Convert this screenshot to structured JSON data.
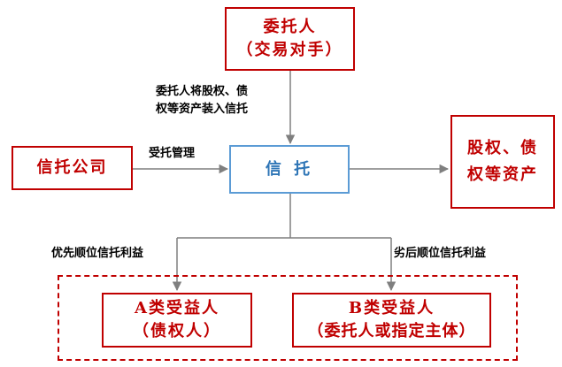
{
  "nodes": {
    "trustor": {
      "line1": "委托人",
      "line2": "（交易对手）"
    },
    "trust_company": {
      "line1": "信托公司"
    },
    "trust": {
      "line1": "信 托"
    },
    "assets": {
      "line1": "股权、债",
      "line2": "权等资产"
    },
    "beneficiary_a": {
      "line1": "A类受益人",
      "line2": "（债权人）"
    },
    "beneficiary_b": {
      "line1": "B类受益人",
      "line2": "（委托人或指定主体）"
    }
  },
  "edges": {
    "trustor_to_trust": {
      "line1": "委托人将股权、债",
      "line2": "权等资产装入信托"
    },
    "company_to_trust": {
      "label": "受托管理"
    },
    "trust_to_a": {
      "label": "优先顺位信托利益"
    },
    "trust_to_b": {
      "label": "劣后顺位信托利益"
    }
  },
  "colors": {
    "red": "#c00000",
    "blue": "#5b9bd5",
    "arrow": "#7f7f7f"
  }
}
